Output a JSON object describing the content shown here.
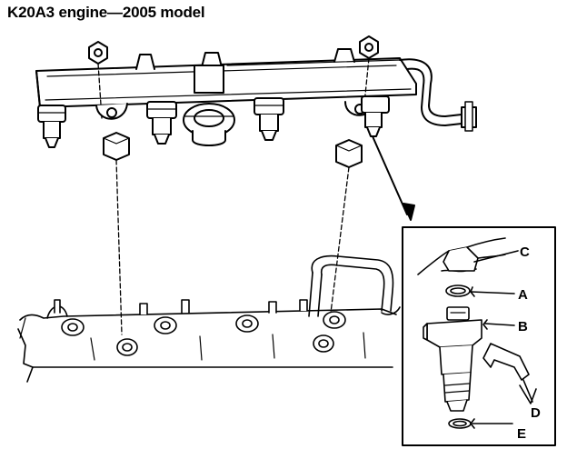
{
  "title": "K20A3 engine—2005 model",
  "callouts": {
    "a": "A",
    "b": "B",
    "c": "C",
    "d": "D",
    "e": "E"
  },
  "colors": {
    "ink": "#000000",
    "paper": "#ffffff"
  }
}
